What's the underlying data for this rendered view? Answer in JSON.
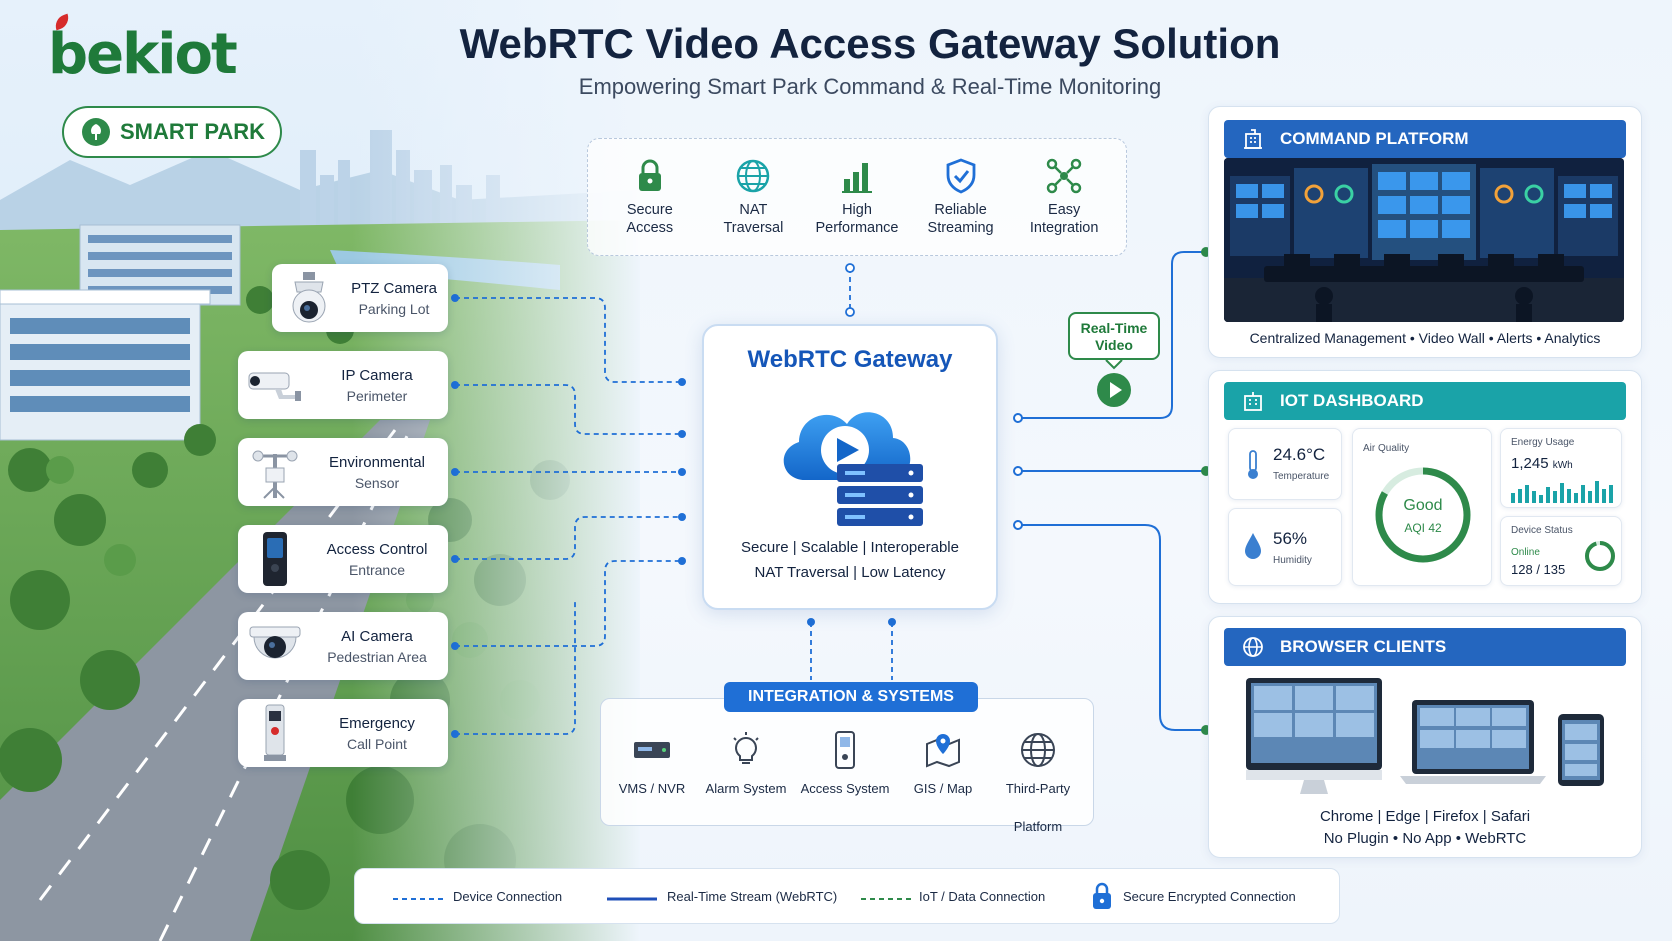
{
  "header": {
    "logo_text": "bekiot",
    "badge": "SMART PARK",
    "title": "WebRTC Video Access Gateway Solution",
    "subtitle": "Empowering Smart Park Command & Real-Time Monitoring"
  },
  "features": [
    {
      "icon": "lock-icon",
      "line1": "Secure",
      "line2": "Access"
    },
    {
      "icon": "globe-icon",
      "line1": "NAT",
      "line2": "Traversal"
    },
    {
      "icon": "bar-chart-icon",
      "line1": "High",
      "line2": "Performance"
    },
    {
      "icon": "shield-check-icon",
      "line1": "Reliable",
      "line2": "Streaming"
    },
    {
      "icon": "integration-nodes-icon",
      "line1": "Easy",
      "line2": "Integration"
    }
  ],
  "devices": [
    {
      "name": "PTZ Camera",
      "sub": "Parking Lot",
      "icon": "ptz-camera-icon"
    },
    {
      "name": "IP Camera",
      "sub": "Perimeter",
      "icon": "ip-camera-icon"
    },
    {
      "name": "Environmental",
      "sub": "Sensor",
      "icon": "sensor-icon"
    },
    {
      "name": "Access Control",
      "sub": "Entrance",
      "icon": "access-terminal-icon"
    },
    {
      "name": "AI Camera",
      "sub": "Pedestrian Area",
      "icon": "dome-camera-icon"
    },
    {
      "name": "Emergency",
      "sub": "Call Point",
      "icon": "call-point-icon"
    }
  ],
  "gateway": {
    "title": "WebRTC Gateway",
    "line1": "Secure | Scalable | Interoperable",
    "line2": "NAT Traversal  |  Low Latency"
  },
  "realtime_tag": {
    "line1": "Real-Time",
    "line2": "Video"
  },
  "integration": {
    "title": "INTEGRATION & SYSTEMS",
    "items": [
      {
        "line1": "VMS / NVR",
        "line2": "",
        "icon": "nvr-icon"
      },
      {
        "line1": "Alarm System",
        "line2": "",
        "icon": "alarm-bulb-icon"
      },
      {
        "line1": "Access System",
        "line2": "",
        "icon": "access-reader-icon"
      },
      {
        "line1": "GIS / Map",
        "line2": "",
        "icon": "map-pin-icon"
      },
      {
        "line1": "Third-Party",
        "line2": "Platform",
        "icon": "globe-icon"
      }
    ]
  },
  "command": {
    "title": "COMMAND PLATFORM",
    "caption": "Centralized Management  •  Video Wall  •  Alerts  •  Analytics"
  },
  "iot": {
    "title": "IOT DASHBOARD",
    "temperature": {
      "value": "24.6°C",
      "label": "Temperature"
    },
    "humidity": {
      "value": "56%",
      "label": "Humidity"
    },
    "air": {
      "label": "Air Quality",
      "status": "Good",
      "aqi": "AQI 42"
    },
    "energy": {
      "label": "Energy Usage",
      "value": "1,245",
      "unit": "kWh"
    },
    "device_status": {
      "label": "Device Status",
      "online_label": "Online",
      "count": "128",
      "total": "/ 135",
      "online_fraction": 0.948
    }
  },
  "browser": {
    "title": "BROWSER CLIENTS",
    "line1": "Chrome | Edge | Firefox | Safari",
    "line2": "No Plugin  •  No App  •  WebRTC"
  },
  "legend": [
    {
      "style": "dashed-blue",
      "label": "Device Connection"
    },
    {
      "style": "solid-blue",
      "label": "Real-Time Stream (WebRTC)"
    },
    {
      "style": "dashed-green",
      "label": "IoT / Data Connection"
    },
    {
      "style": "lock",
      "label": "Secure Encrypted Connection"
    }
  ],
  "colors": {
    "primary_blue": "#1f6fd6",
    "brand_green": "#2e8a4a",
    "teal": "#1aa3a8",
    "logo_red": "#d62b2b"
  }
}
